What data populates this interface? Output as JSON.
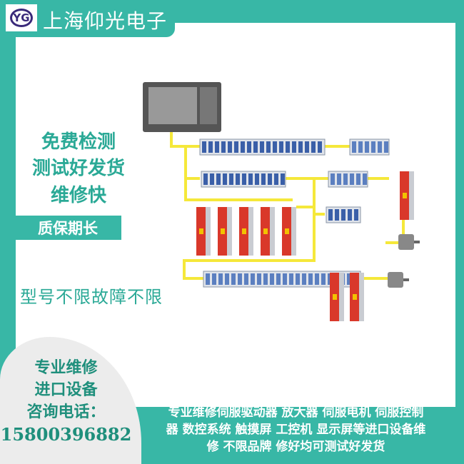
{
  "brand": {
    "logo_text": "YG",
    "name": "上海仰光电子"
  },
  "promo": {
    "line1": "免费检测",
    "line2": "测试好发货",
    "line3": "维修快",
    "badge": "质保期长",
    "note": "型号不限故障不限"
  },
  "contact": {
    "line1": "专业维修",
    "line2": "进口设备",
    "line3": "咨询电话：",
    "phone": "15800396882"
  },
  "description": {
    "line1": "专业维修伺服驱动器 放大器 伺服电机 伺服控制",
    "line2": "器 数控系统 触摸屏 工控机 显示屏等进口设备维",
    "line3": "修 不限品牌 修好均可测试好发货"
  },
  "colors": {
    "teal": "#38b7a6",
    "cable": "#f5e83a",
    "drive": "#d9382a",
    "module": "#3a5fa8"
  }
}
